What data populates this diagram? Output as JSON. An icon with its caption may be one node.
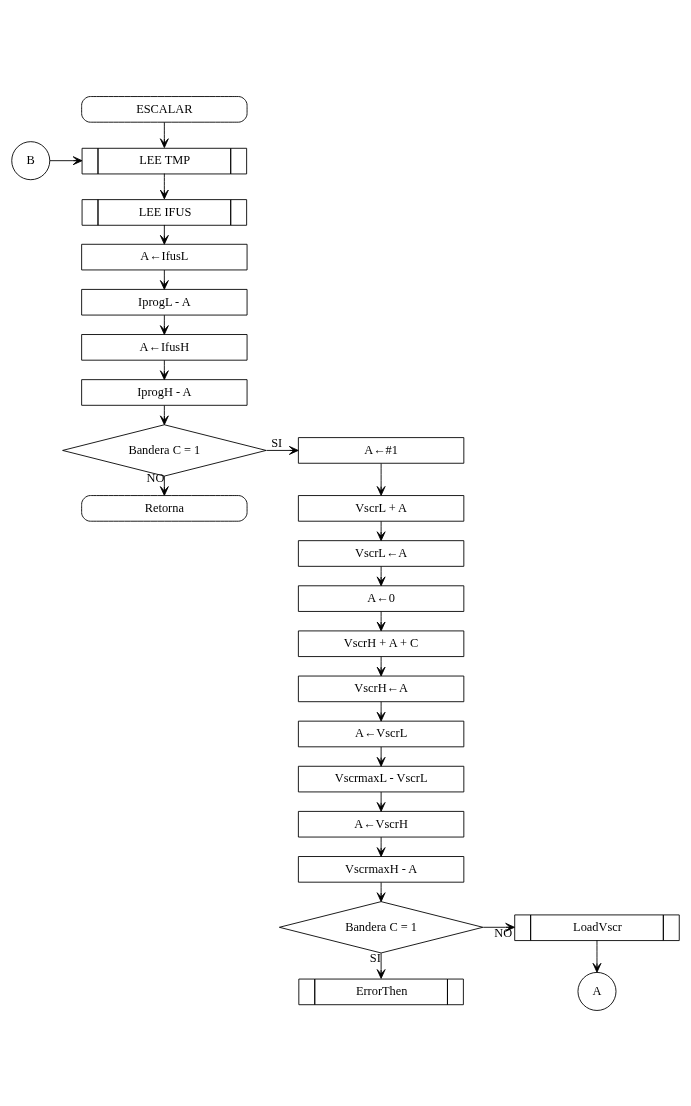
{
  "diagram": {
    "nodes": [
      {
        "text": [
          "ESCALAR"
        ]
      },
      {
        "text": [
          "LEE TMP"
        ]
      },
      {
        "text": [
          "LEE IFUS"
        ]
      },
      {
        "text": [
          "A←IfusL"
        ]
      },
      {
        "text": [
          "IprogL - A"
        ]
      },
      {
        "text": [
          "A←IfusH"
        ]
      },
      {
        "text": [
          "IprogH - A"
        ]
      },
      {
        "text": [
          "Bandera C = 1"
        ]
      },
      {
        "text": [
          "Retorna"
        ]
      },
      {
        "text": [
          "B"
        ]
      },
      {
        "text": [
          "A←#1"
        ]
      },
      {
        "text": [
          "VscrL + A"
        ]
      },
      {
        "text": [
          "VscrL←A"
        ]
      },
      {
        "text": [
          "A←0"
        ]
      },
      {
        "text": [
          "VscrH + A + C"
        ]
      },
      {
        "text": [
          "VscrH←A"
        ]
      },
      {
        "text": [
          "A←VscrL"
        ]
      },
      {
        "text": [
          "VscrmaxL - VscrL"
        ]
      },
      {
        "text": [
          "A←VscrH"
        ]
      },
      {
        "text": [
          "VscrmaxH - A"
        ]
      },
      {
        "text": [
          "Bandera C = 1"
        ]
      },
      {
        "text": [
          "LoadVscr"
        ]
      },
      {
        "text": [
          "ErrorThen"
        ]
      },
      {
        "text": [
          "A"
        ]
      }
    ],
    "edges": [
      {
        "from": 0,
        "to": 1,
        "arrow": "to"
      },
      {
        "from": 9,
        "to": 1,
        "arrow": "to"
      },
      {
        "from": 1,
        "to": 2,
        "arrow": "to"
      },
      {
        "from": 2,
        "to": 3,
        "arrow": "to"
      },
      {
        "from": 3,
        "to": 4,
        "arrow": "to"
      },
      {
        "from": 4,
        "to": 5,
        "arrow": "to"
      },
      {
        "from": 5,
        "to": 6,
        "arrow": "to"
      },
      {
        "from": 6,
        "to": 7,
        "arrow": "to"
      },
      {
        "from": 7,
        "to": 10,
        "arrow": "to",
        "label": "SI"
      },
      {
        "from": 7,
        "to": 8,
        "arrow": "to",
        "label": "NO"
      },
      {
        "from": 10,
        "to": 11,
        "arrow": "to"
      },
      {
        "from": 11,
        "to": 12,
        "arrow": "to"
      },
      {
        "from": 12,
        "to": 13,
        "arrow": "to"
      },
      {
        "from": 13,
        "to": 14,
        "arrow": "to"
      },
      {
        "from": 14,
        "to": 15,
        "arrow": "to"
      },
      {
        "from": 15,
        "to": 16,
        "arrow": "to"
      },
      {
        "from": 16,
        "to": 17,
        "arrow": "to"
      },
      {
        "from": 17,
        "to": 18,
        "arrow": "to"
      },
      {
        "from": 18,
        "to": 19,
        "arrow": "to"
      },
      {
        "from": 19,
        "to": 20,
        "arrow": "to"
      },
      {
        "from": 20,
        "to": 21,
        "arrow": "to",
        "label": "NO"
      },
      {
        "from": 20,
        "to": 22,
        "arrow": "to",
        "label": "SI"
      },
      {
        "from": 21,
        "to": 23,
        "arrow": "to"
      }
    ]
  }
}
